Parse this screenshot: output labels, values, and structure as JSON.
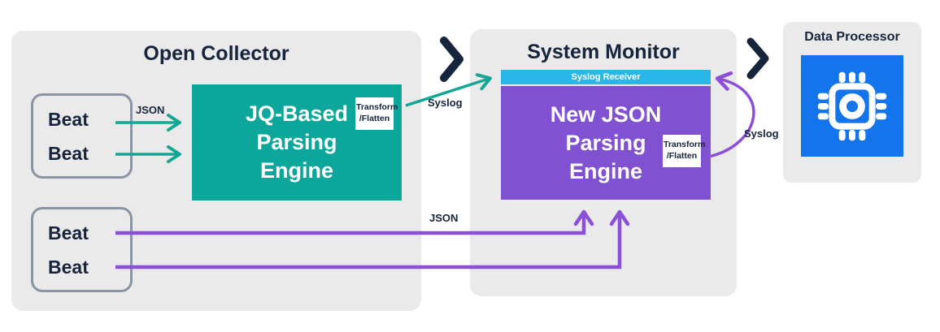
{
  "colors": {
    "panel_bg": "#EAEAEA",
    "navy_text": "#16243C",
    "teal_box": "#0DA69A",
    "teal_arrow": "#12A795",
    "purple_box": "#8051D1",
    "purple_arrow": "#8B4FD8",
    "cyan_bar": "#29B6E9",
    "blue_tile": "#1474EC",
    "beat_border_gray": "#8A94A2"
  },
  "open_collector": {
    "title": "Open Collector",
    "beat_group_top": [
      "Beat",
      "Beat"
    ],
    "beat_group_bottom": [
      "Beat",
      "Beat"
    ],
    "engine": {
      "lines": [
        "JQ-Based",
        "Parsing",
        "Engine"
      ],
      "badge": [
        "Transform",
        "/Flatten"
      ]
    }
  },
  "system_monitor": {
    "title": "System Monitor",
    "receiver_label": "Syslog Receiver",
    "engine": {
      "lines": [
        "New JSON",
        "Parsing",
        "Engine"
      ],
      "badge": [
        "Transform",
        "/Flatten"
      ]
    }
  },
  "data_processor": {
    "title": "Data Processor"
  },
  "connectors": {
    "json_top_label": "JSON",
    "json_bottom_label": "JSON",
    "syslog_to_receiver_label": "Syslog",
    "syslog_loop_label": "Syslog"
  }
}
